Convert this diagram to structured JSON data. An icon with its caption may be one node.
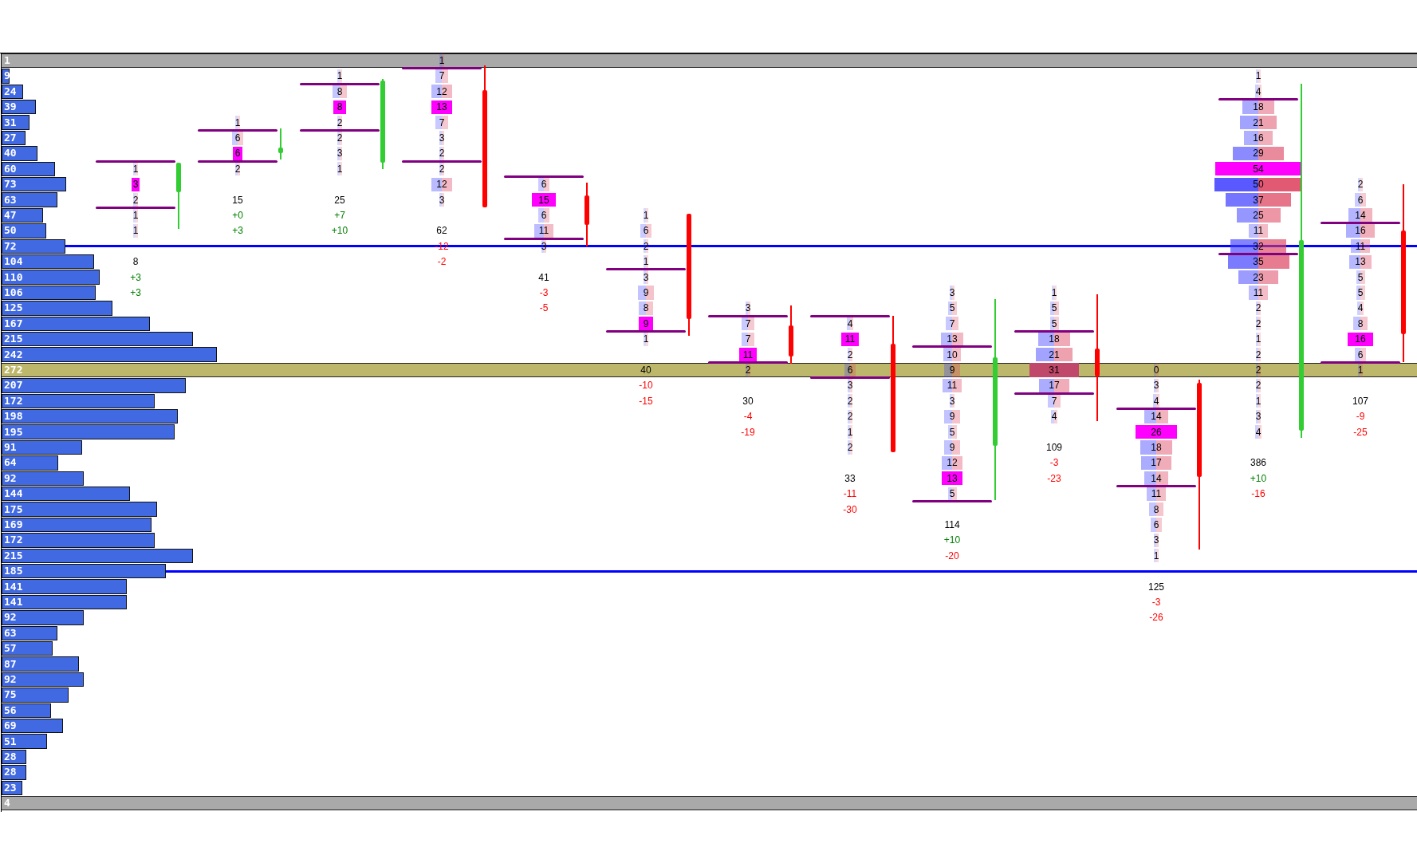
{
  "diagram": {
    "labels": [
      "1",
      "9",
      "24",
      "39",
      "31",
      "27",
      "40",
      "60",
      "73",
      "63",
      "47",
      "50",
      "72",
      "104",
      "110",
      "106",
      "125",
      "167",
      "215",
      "242",
      "272",
      "207",
      "172",
      "198",
      "195",
      "91",
      "64",
      "92",
      "144",
      "175",
      "169",
      "172",
      "215",
      "185",
      "141",
      "141",
      "92",
      "63",
      "57",
      "87",
      "92",
      "75",
      "56",
      "69",
      "51",
      "28",
      "28",
      "23",
      "4",
      "1",
      "3",
      "2",
      "1",
      "1",
      "8",
      "+3",
      "+3",
      "1",
      "6",
      "6",
      "2",
      "15",
      "+0",
      "+3",
      "1",
      "8",
      "8",
      "2",
      "2",
      "3",
      "1",
      "25",
      "+7",
      "+10",
      "1",
      "7",
      "12",
      "13",
      "7",
      "3",
      "2",
      "2",
      "12",
      "3",
      "62",
      "-12",
      "-2",
      "6",
      "15",
      "6",
      "11",
      "3",
      "41",
      "-3",
      "-5",
      "1",
      "6",
      "2",
      "1",
      "3",
      "9",
      "8",
      "9",
      "1",
      "40",
      "-10",
      "-15",
      "3",
      "7",
      "7",
      "11",
      "2",
      "30",
      "-4",
      "-19",
      "4",
      "11",
      "2",
      "6",
      "3",
      "2",
      "2",
      "1",
      "2",
      "33",
      "-11",
      "-30",
      "3",
      "5",
      "7",
      "13",
      "10",
      "9",
      "11",
      "3",
      "9",
      "5",
      "9",
      "12",
      "13",
      "5",
      "114",
      "+10",
      "-20",
      "1",
      "5",
      "5",
      "18",
      "21",
      "31",
      "17",
      "7",
      "4",
      "109",
      "-3",
      "-23",
      "0",
      "3",
      "4",
      "14",
      "26",
      "18",
      "17",
      "14",
      "11",
      "8",
      "6",
      "3",
      "1",
      "125",
      "-3",
      "-26",
      "1",
      "4",
      "18",
      "21",
      "16",
      "29",
      "54",
      "50",
      "37",
      "25",
      "11",
      "32",
      "35",
      "23",
      "11",
      "2",
      "2",
      "1",
      "2",
      "2",
      "2",
      "1",
      "3",
      "4",
      "386",
      "+10",
      "-16",
      "2",
      "6",
      "14",
      "16",
      "11",
      "13",
      "5",
      "5",
      "4",
      "8",
      "16",
      "6",
      "1",
      "107",
      "-9",
      "-25"
    ]
  }
}
